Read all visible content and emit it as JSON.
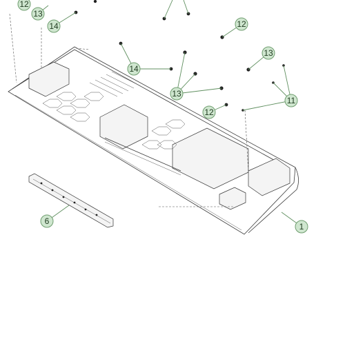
{
  "callouts": [
    {
      "id": "c12a",
      "label": "12"
    },
    {
      "id": "c13a",
      "label": "13"
    },
    {
      "id": "c14a",
      "label": "14"
    },
    {
      "id": "c12b",
      "label": "12"
    },
    {
      "id": "c13b",
      "label": "13"
    },
    {
      "id": "c14b",
      "label": "14"
    },
    {
      "id": "c13c",
      "label": "13"
    },
    {
      "id": "c12c",
      "label": "12"
    },
    {
      "id": "c11",
      "label": "11"
    },
    {
      "id": "c6",
      "label": "6"
    },
    {
      "id": "c1",
      "label": "1"
    }
  ]
}
